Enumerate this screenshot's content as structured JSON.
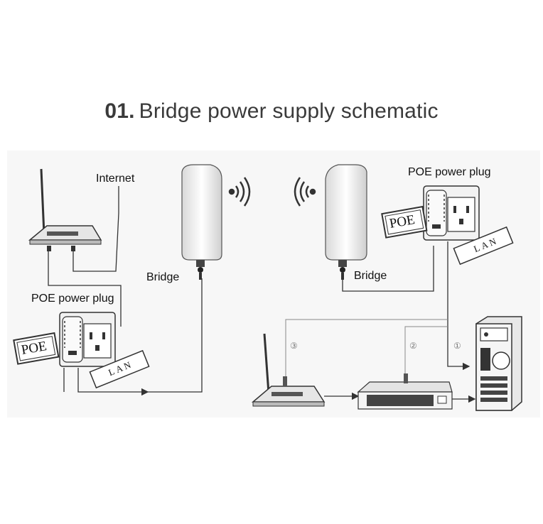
{
  "title": {
    "number": "01.",
    "text": "Bridge power supply schematic"
  },
  "labels": {
    "internet": "Internet",
    "poe_plug_left": "POE power plug",
    "poe_plug_right": "POE power plug",
    "bridge_left": "Bridge",
    "bridge_right": "Bridge",
    "poe_stamp_left": "POE",
    "poe_stamp_right": "POE",
    "lan_tag_left": "LAN",
    "lan_tag_right": "LAN"
  },
  "port_numbers": [
    "③",
    "②",
    "①"
  ]
}
